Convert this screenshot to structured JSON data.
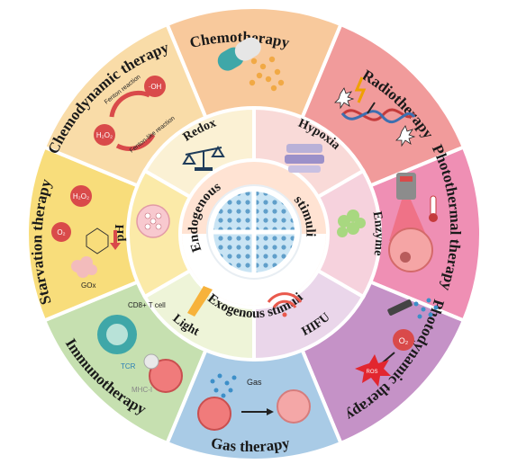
{
  "center": {
    "endogenous_label": "Endogenous",
    "stimuli_top_label": "stimuli",
    "exogenous_label": "Exogenous stimuli"
  },
  "inner_ring": {
    "items": [
      {
        "label": "Redox",
        "color": "#fbf1d4"
      },
      {
        "label": "Hypoxia",
        "color": "#f9dad8"
      },
      {
        "label": "Enzyme",
        "color": "#f6d2dd"
      },
      {
        "label": "HIFU",
        "color": "#ead6ea"
      },
      {
        "label": "Light",
        "color": "#eef4d8"
      },
      {
        "label": "pH",
        "color": "#fbeaa8"
      }
    ]
  },
  "outer_ring": {
    "items": [
      {
        "label": "Chemotherapy",
        "color": "#f8c99c"
      },
      {
        "label": "Radiotherapy",
        "color": "#f19b9b"
      },
      {
        "label": "Photothermal therapy",
        "color": "#ef8fb4"
      },
      {
        "label": "Photodynamic therapy",
        "color": "#c592c7"
      },
      {
        "label": "Gas therapy",
        "color": "#a9cbe6"
      },
      {
        "label": "Immunotherapy",
        "color": "#c6e0b0"
      },
      {
        "label": "Starvation therapy",
        "color": "#f8dd7b"
      },
      {
        "label": "Chemodynamic therapy",
        "color": "#f9dca8"
      }
    ]
  },
  "annotations": {
    "fenton_reaction": "Fenton reaction",
    "fenton_like_reaction": "Fenton-like reaction",
    "oh_radical": "·OH",
    "h2o2": "H₂O₂",
    "starvation_h2o2": "H₂O₂",
    "starvation_o2": "O₂",
    "gox": "GOx",
    "cd8_t_cell": "CD8+ T cell",
    "tcr": "TCR",
    "mhc": "MHC-I",
    "gas": "Gas",
    "photodynamic_o2": "O₂",
    "ros": "ROS"
  }
}
